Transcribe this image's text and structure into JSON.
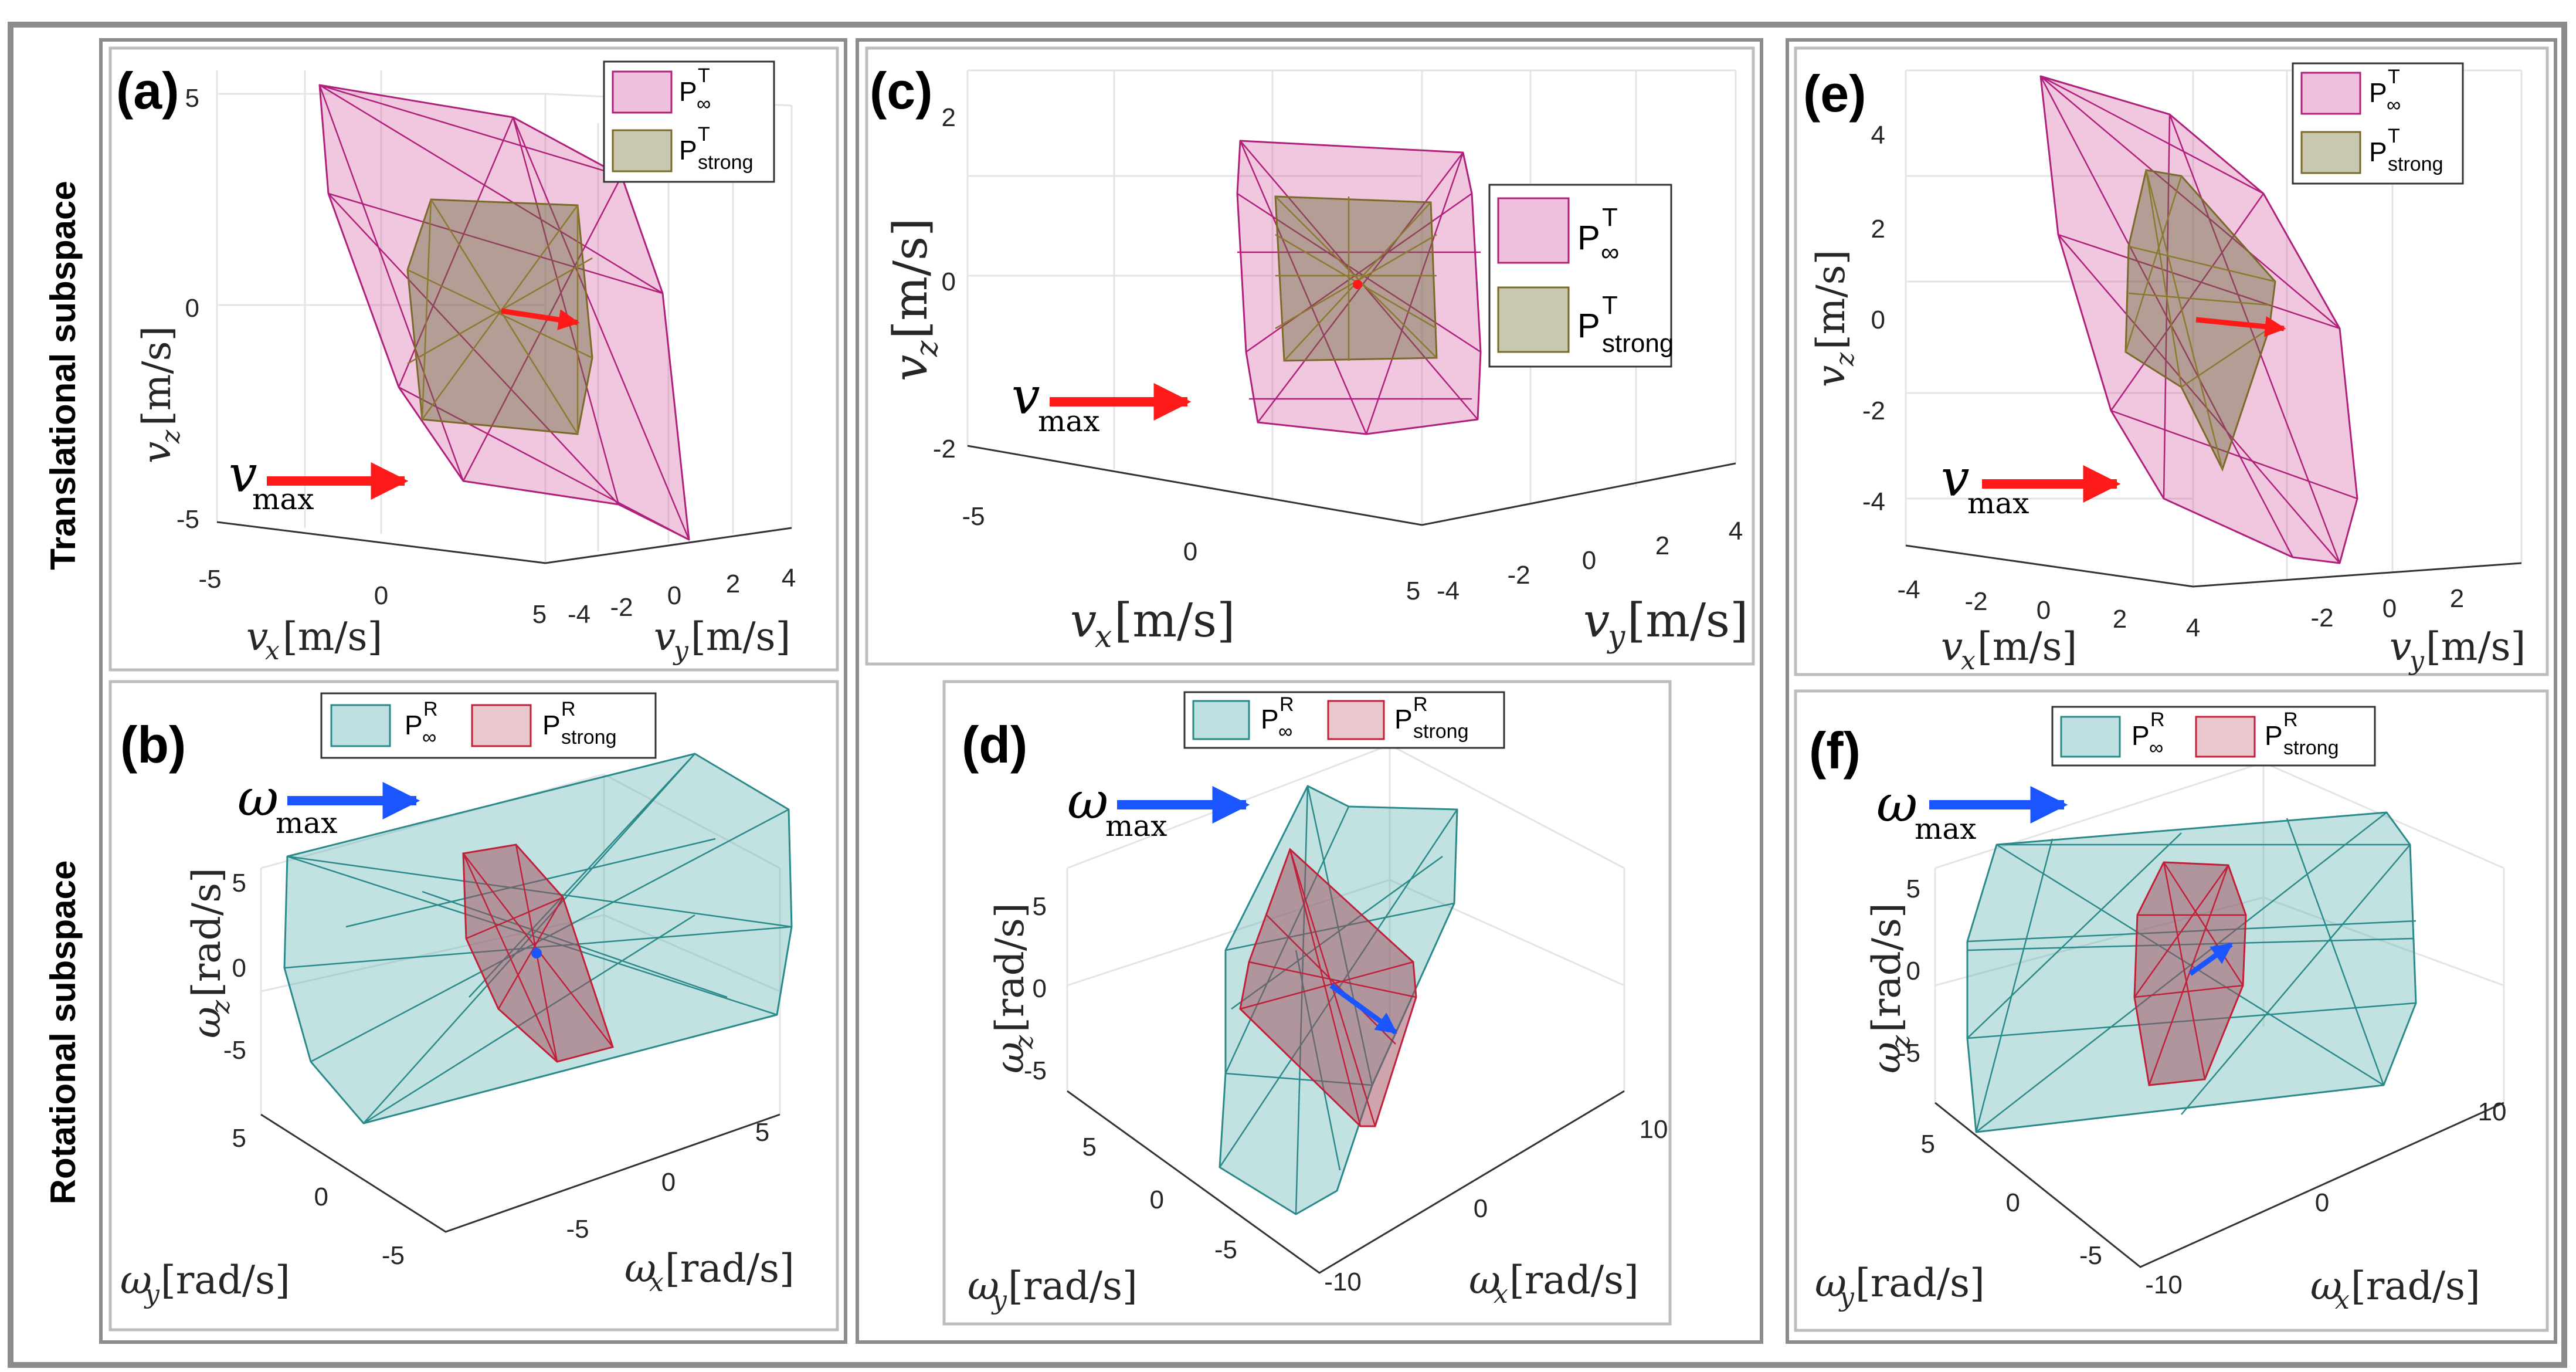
{
  "row_labels": {
    "top": "Translational subspace",
    "bottom": "Rotational subspace"
  },
  "panels": {
    "a": {
      "tag": "(a)",
      "legend": {
        "entry1_base": "P",
        "entry1_sup": "T",
        "entry1_sub": "∞",
        "entry2_base": "P",
        "entry2_sup": "T",
        "entry2_sub": "strong"
      },
      "arrow_symbol": "v",
      "arrow_sub": "max",
      "z_ticks": [
        "5",
        "0",
        "-5"
      ],
      "x_ticks": [
        "-5",
        "0",
        "5"
      ],
      "y_ticks": [
        "-4",
        "-2",
        "0",
        "2",
        "4"
      ],
      "z_label": "v",
      "z_label_sub": "z",
      "z_label_unit": "[m/s]",
      "x_label": "v",
      "x_label_sub": "x",
      "x_label_unit": "[m/s]",
      "y_label": "v",
      "y_label_sub": "y",
      "y_label_unit": "[m/s]"
    },
    "b": {
      "tag": "(b)",
      "legend": {
        "entry1_base": "P",
        "entry1_sup": "R",
        "entry1_sub": "∞",
        "entry2_base": "P",
        "entry2_sup": "R",
        "entry2_sub": "strong"
      },
      "arrow_symbol": "ω",
      "arrow_sub": "max",
      "z_ticks": [
        "5",
        "0",
        "-5"
      ],
      "x_ticks": [
        "5",
        "0",
        "-5"
      ],
      "y_ticks": [
        "5",
        "0",
        "-5"
      ],
      "z_label": "ω",
      "z_label_sub": "z",
      "z_label_unit": "[rad/s]",
      "x_label": "ω",
      "x_label_sub": "x",
      "x_label_unit": "[rad/s]",
      "y_label": "ω",
      "y_label_sub": "y",
      "y_label_unit": "[rad/s]"
    },
    "c": {
      "tag": "(c)",
      "legend": {
        "entry1_base": "P",
        "entry1_sup": "T",
        "entry1_sub": "∞",
        "entry2_base": "P",
        "entry2_sup": "T",
        "entry2_sub": "strong"
      },
      "arrow_symbol": "v",
      "arrow_sub": "max",
      "z_ticks": [
        "2",
        "0",
        "-2"
      ],
      "x_ticks": [
        "-5",
        "0",
        "5"
      ],
      "y_ticks": [
        "-4",
        "-2",
        "0",
        "2",
        "4"
      ],
      "z_label": "v",
      "z_label_sub": "z",
      "z_label_unit": "[m/s]",
      "x_label": "v",
      "x_label_sub": "x",
      "x_label_unit": "[m/s]",
      "y_label": "v",
      "y_label_sub": "y",
      "y_label_unit": "[m/s]"
    },
    "d": {
      "tag": "(d)",
      "legend": {
        "entry1_base": "P",
        "entry1_sup": "R",
        "entry1_sub": "∞",
        "entry2_base": "P",
        "entry2_sup": "R",
        "entry2_sub": "strong"
      },
      "arrow_symbol": "ω",
      "arrow_sub": "max",
      "z_ticks": [
        "5",
        "0",
        "-5"
      ],
      "x_ticks": [
        "10",
        "0",
        "-10"
      ],
      "y_ticks": [
        "5",
        "0",
        "-5"
      ],
      "z_label": "ω",
      "z_label_sub": "z",
      "z_label_unit": "[rad/s]",
      "x_label": "ω",
      "x_label_sub": "x",
      "x_label_unit": "[rad/s]",
      "y_label": "ω",
      "y_label_sub": "y",
      "y_label_unit": "[rad/s]"
    },
    "e": {
      "tag": "(e)",
      "legend": {
        "entry1_base": "P",
        "entry1_sup": "T",
        "entry1_sub": "∞",
        "entry2_base": "P",
        "entry2_sup": "T",
        "entry2_sub": "strong"
      },
      "arrow_symbol": "v",
      "arrow_sub": "max",
      "z_ticks": [
        "4",
        "2",
        "0",
        "-2",
        "-4"
      ],
      "x_ticks": [
        "-4",
        "-2",
        "0",
        "2",
        "4"
      ],
      "y_ticks": [
        "-2",
        "0",
        "2"
      ],
      "z_label": "v",
      "z_label_sub": "z",
      "z_label_unit": "[m/s]",
      "x_label": "v",
      "x_label_sub": "x",
      "x_label_unit": "[m/s]",
      "y_label": "v",
      "y_label_sub": "y",
      "y_label_unit": "[m/s]"
    },
    "f": {
      "tag": "(f)",
      "legend": {
        "entry1_base": "P",
        "entry1_sup": "R",
        "entry1_sub": "∞",
        "entry2_base": "P",
        "entry2_sup": "R",
        "entry2_sub": "strong"
      },
      "arrow_symbol": "ω",
      "arrow_sub": "max",
      "z_ticks": [
        "5",
        "0",
        "-5"
      ],
      "x_ticks": [
        "10",
        "0",
        "-10"
      ],
      "y_ticks": [
        "5",
        "0",
        "-5"
      ],
      "z_label": "ω",
      "z_label_sub": "z",
      "z_label_unit": "[rad/s]",
      "x_label": "ω",
      "x_label_sub": "x",
      "x_label_unit": "[rad/s]",
      "y_label": "ω",
      "y_label_sub": "y",
      "y_label_unit": "[rad/s]"
    }
  },
  "colors": {
    "p_inf_translational": "#d85fa6",
    "p_strong_translational": "#6b6b3a",
    "p_inf_rotational": "#5fb0b0",
    "p_strong_rotational": "#a04a5a",
    "v_arrow": "#ff1a1a",
    "omega_arrow": "#1a55ff"
  }
}
